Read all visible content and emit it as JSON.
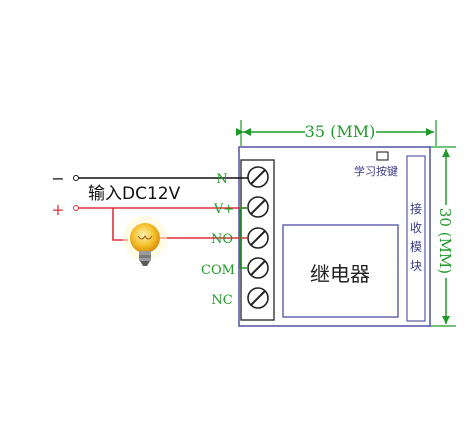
{
  "diagram": {
    "width_label": "35 (MM)",
    "height_label": "30 (MM)",
    "learn_button_label": "学习按键",
    "receiver_module_label": [
      "接",
      "收",
      "模",
      "块"
    ],
    "relay_label": "继电器",
    "input_label": "输入DC12V",
    "minus_sign": "−",
    "plus_sign": "+",
    "terminals": [
      "N",
      "V+",
      "NO",
      "COM",
      "NC"
    ]
  },
  "colors": {
    "dimension": "#1f9a2a",
    "terminal_label": "#1f9a2a",
    "board_outline": "#5b5ba8",
    "negative_wire": "#111111",
    "positive_wire": "#e0303a",
    "green_wire": "#1f9a2a",
    "module_text": "#3a3a8a",
    "bulb": "#f4c02a"
  }
}
